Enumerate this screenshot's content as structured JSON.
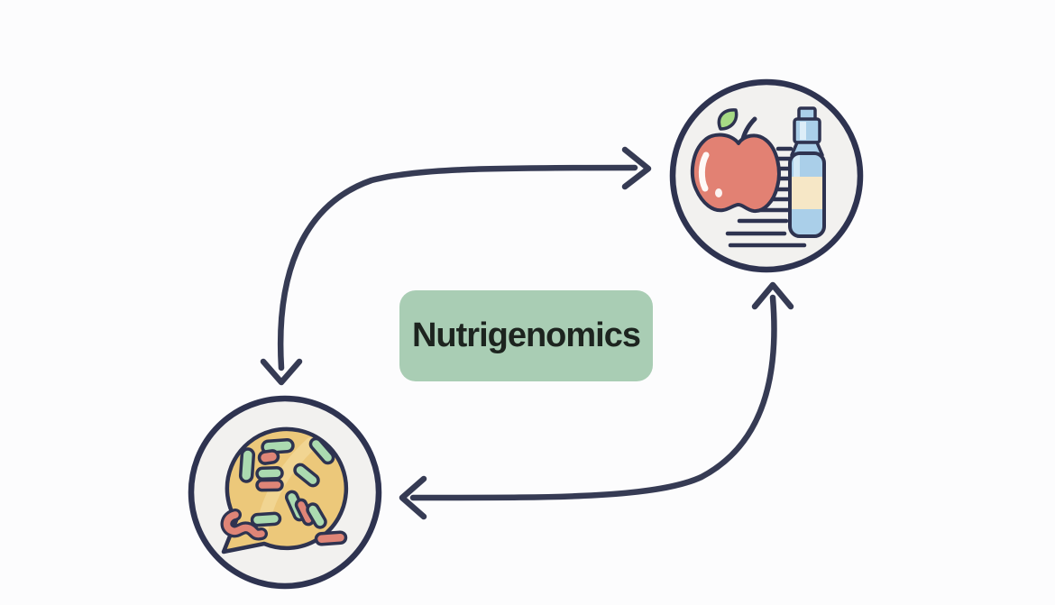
{
  "diagram": {
    "center_label": "Nutrigenomics",
    "nodes": [
      {
        "name": "diet-nutrition-node",
        "icon": "apple-and-supplement-bottle-icon",
        "position": "top-right"
      },
      {
        "name": "genes-microbiome-node",
        "icon": "speech-bubble-with-gene-capsules-icon",
        "position": "bottom-left"
      }
    ],
    "arrows": [
      {
        "name": "upper-arc",
        "between": [
          "genes-microbiome-node",
          "diet-nutrition-node"
        ],
        "heads": "both-ends"
      },
      {
        "name": "lower-arc",
        "between": [
          "diet-nutrition-node",
          "genes-microbiome-node"
        ],
        "heads": "both-ends"
      }
    ],
    "colors": {
      "background": "#fcfcfd",
      "label_bg": "#a9cdb4",
      "label_text": "#1d241f",
      "outline": "#2e3350",
      "arrow": "#363b54",
      "node_fill": "#f2f1ef",
      "apple_red": "#e28173",
      "apple_leaf": "#a6da85",
      "bottle_blue": "#aacfe9",
      "bottle_stripe": "#dcedf8",
      "bottle_cream": "#f6e7c6",
      "bubble_yellow": "#ecc87a",
      "bubble_sheen": "#f6e0a6",
      "capsule_green": "#abdab0",
      "capsule_salmon": "#df8577"
    }
  }
}
